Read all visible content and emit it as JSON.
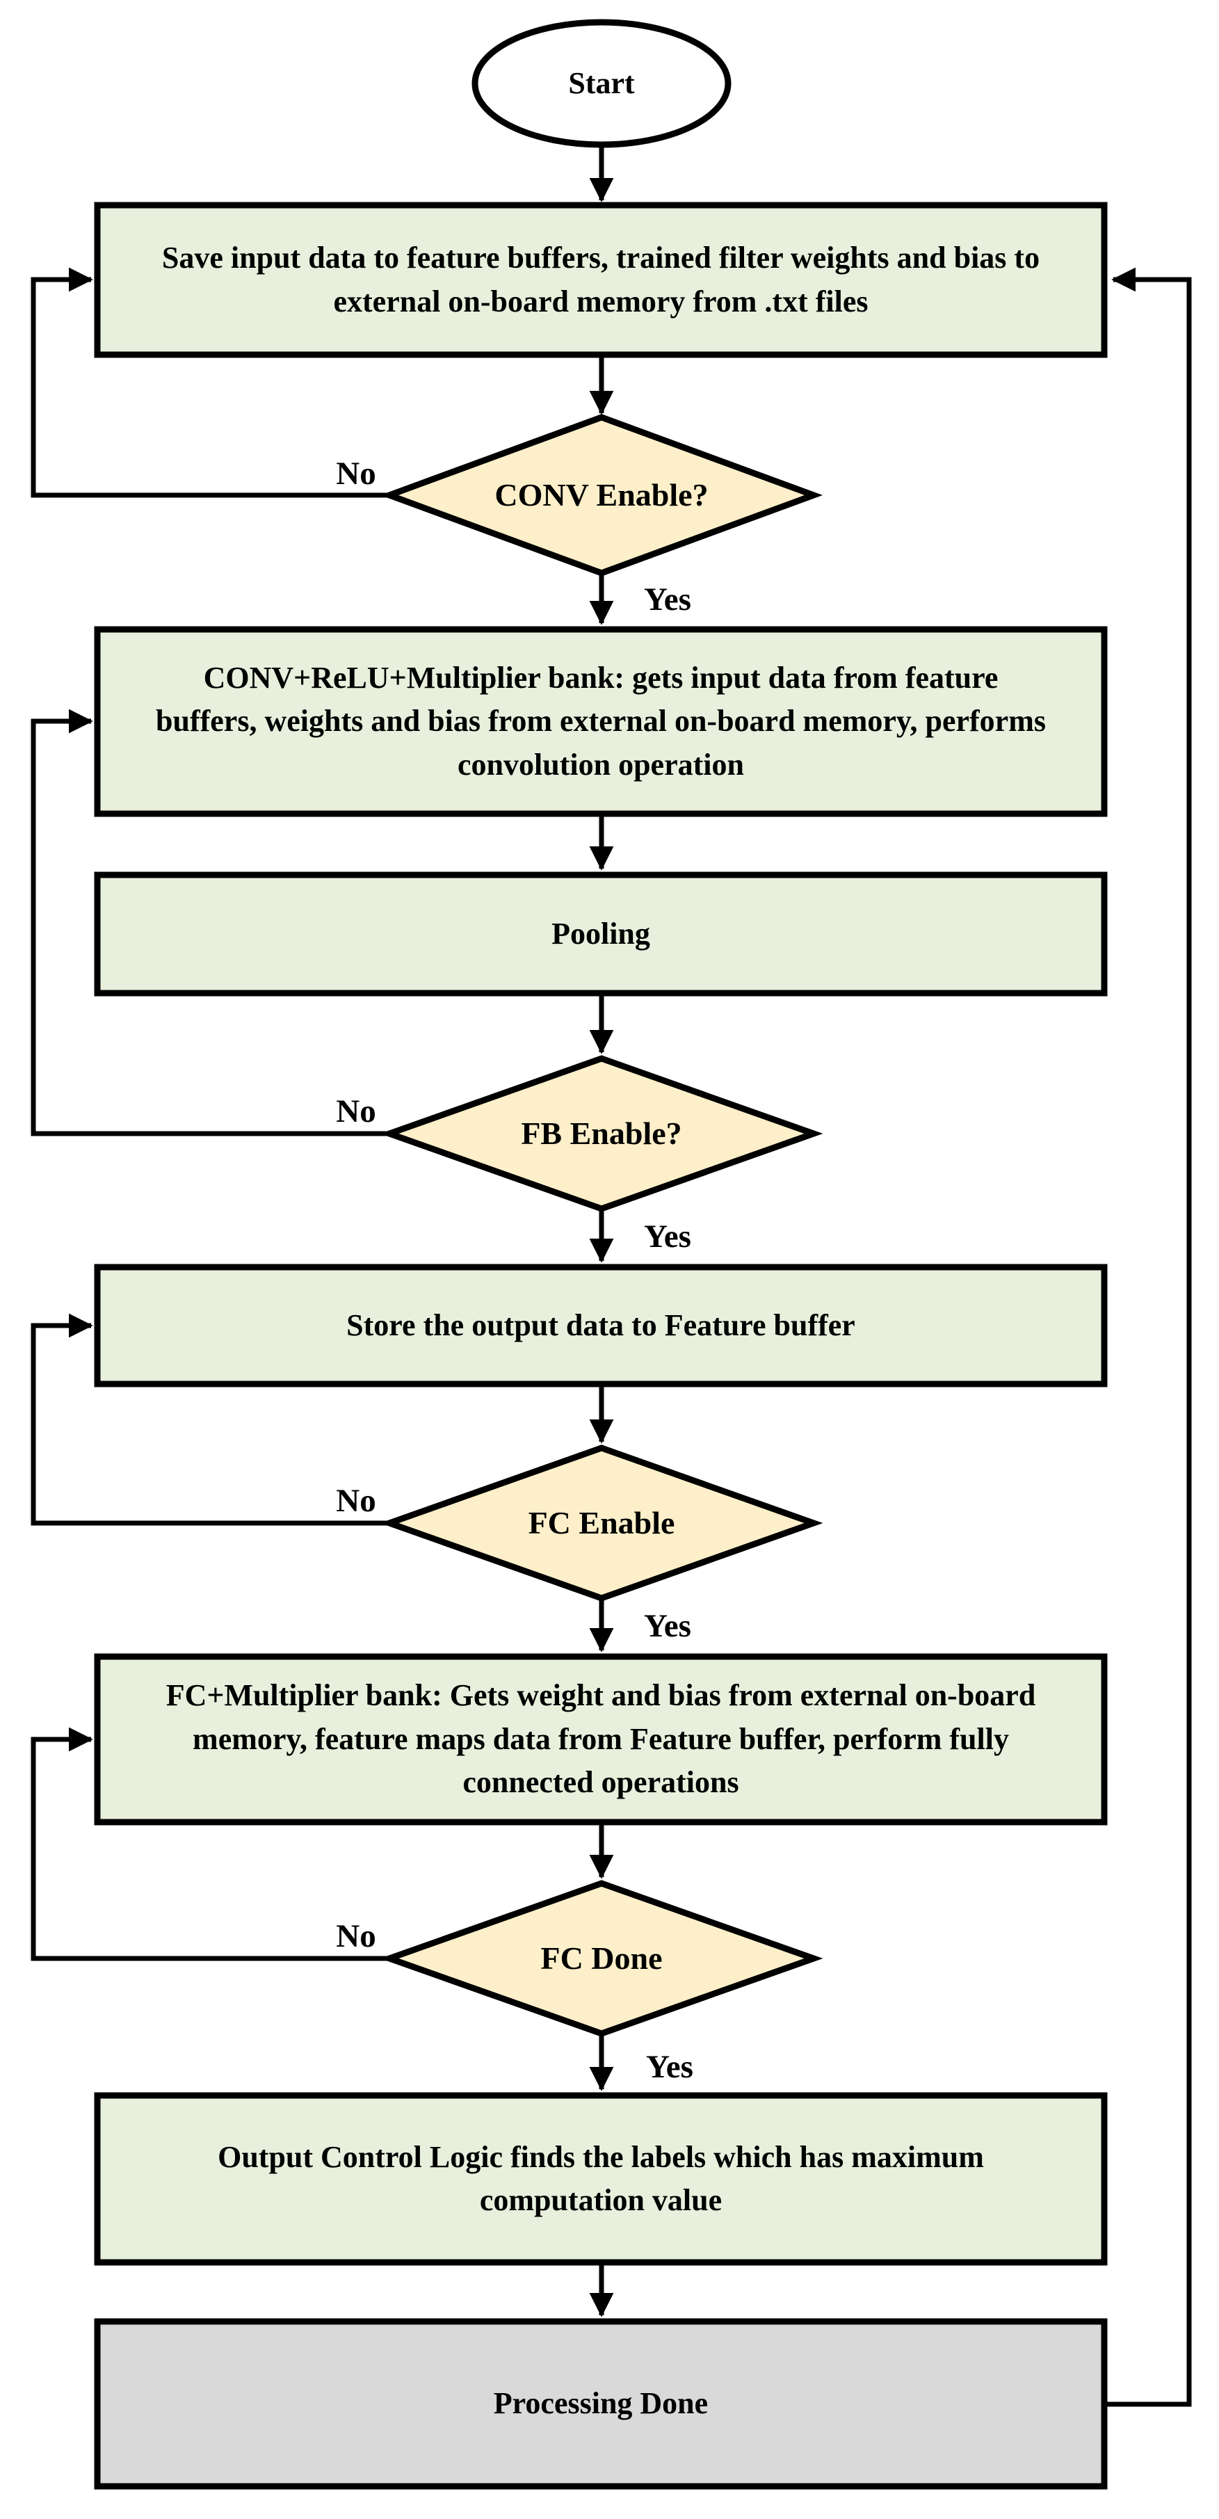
{
  "flowchart": {
    "colors": {
      "process_fill": "#e8f0dd",
      "decision_fill": "#fcefc9",
      "done_fill": "#d9d9d9",
      "terminator_fill": "#ffffff",
      "stroke": "#000000"
    },
    "nodes": {
      "start": {
        "type": "terminator",
        "label": "Start"
      },
      "save_input": {
        "type": "process",
        "label": "Save input data to feature buffers, trained filter weights and bias to external on-board memory from .txt files"
      },
      "conv_enable": {
        "type": "decision",
        "label": "CONV Enable?"
      },
      "conv_relu": {
        "type": "process",
        "label": "CONV+ReLU+Multiplier bank: gets input data from feature buffers, weights and bias from external on-board memory, performs convolution operation"
      },
      "pooling": {
        "type": "process",
        "label": "Pooling"
      },
      "fb_enable": {
        "type": "decision",
        "label": "FB Enable?"
      },
      "store_output": {
        "type": "process",
        "label": "Store the output data to Feature buffer"
      },
      "fc_enable": {
        "type": "decision",
        "label": "FC Enable"
      },
      "fc_multiplier": {
        "type": "process",
        "label": "FC+Multiplier bank: Gets weight and bias from external on-board memory, feature maps data from Feature buffer, perform fully connected operations"
      },
      "fc_done": {
        "type": "decision",
        "label": "FC Done"
      },
      "output_control": {
        "type": "process",
        "label": "Output Control Logic finds the labels which has maximum computation value"
      },
      "processing_done": {
        "type": "process",
        "label": "Processing Done"
      }
    },
    "edges": {
      "conv_no": "No",
      "conv_yes": "Yes",
      "fb_no": "No",
      "fb_yes": "Yes",
      "fc_enable_no": "No",
      "fc_enable_yes": "Yes",
      "fc_done_no": "No",
      "fc_done_yes": "Yes"
    }
  }
}
